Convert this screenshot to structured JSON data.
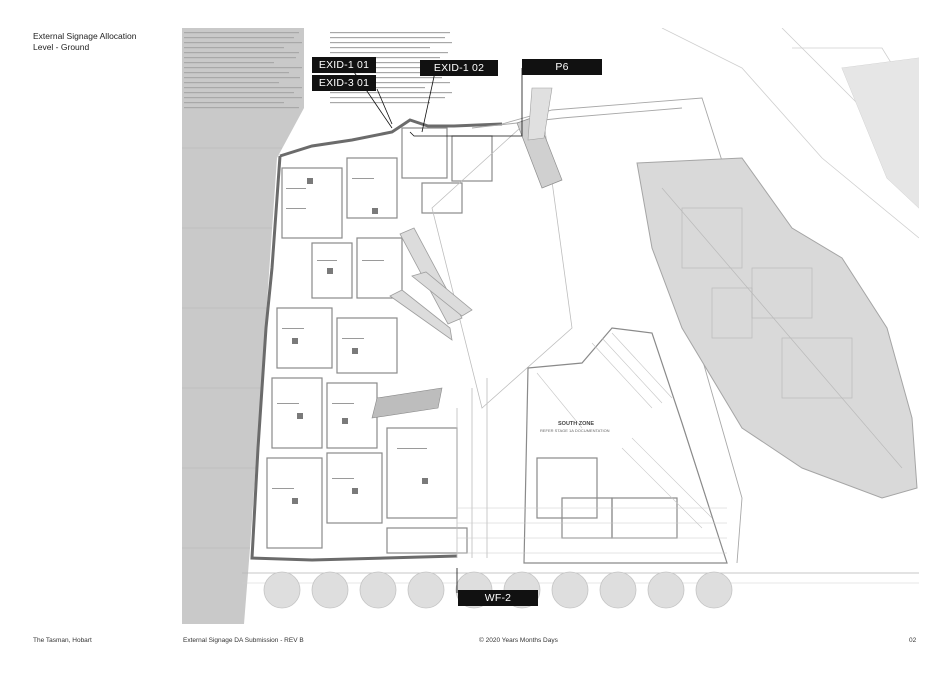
{
  "header": {
    "title_line1": "External Signage Allocation",
    "title_line2": "Level - Ground"
  },
  "tags": {
    "exid_101": "EXID-1 01",
    "exid_102": "EXID-1 02",
    "p6": "P6",
    "exid_301": "EXID-3 01",
    "wf_2": "WF-2"
  },
  "plan": {
    "south_zone": "SOUTH ZONE",
    "south_zone_note": "REFER STAGE 1A DOCUMENTATION"
  },
  "footer": {
    "project": "The Tasman, Hobart",
    "submission": "External Signage DA Submission - REV B",
    "copyright": "© 2020 Years Months Days",
    "page": "02"
  }
}
